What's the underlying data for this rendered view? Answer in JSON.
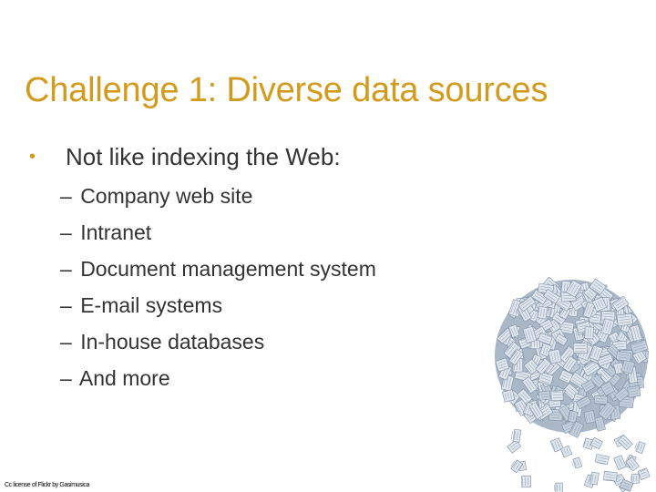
{
  "slide": {
    "title": "Challenge 1: Diverse data sources",
    "bullet": {
      "marker": "•",
      "text": "Not like indexing the Web:",
      "subitems": [
        {
          "dash": "–",
          "text": "Company web site"
        },
        {
          "dash": "–",
          "text": "Intranet"
        },
        {
          "dash": "–",
          "text": "Document management system"
        },
        {
          "dash": "–",
          "text": "E-mail systems"
        },
        {
          "dash": "–",
          "text": "In-house databases"
        },
        {
          "dash": "–",
          "text": "And more"
        }
      ]
    },
    "image": {
      "icon": "paper-ball-globe-image"
    },
    "credit": "Cc license of Flickr by Gasimusica"
  },
  "colors": {
    "accent": "#D39B1D",
    "text": "#333333",
    "background": "#ffffff",
    "paper": "#dfe6ee",
    "paper_shadow": "#7d8ea3"
  }
}
